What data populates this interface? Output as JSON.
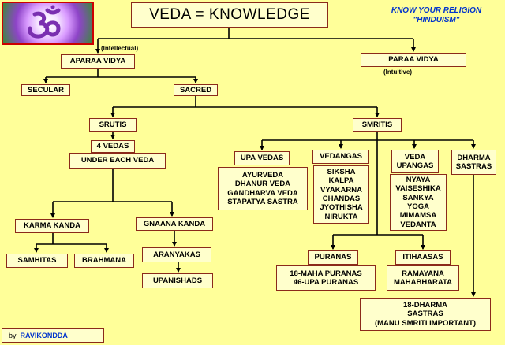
{
  "title": "VEDA = KNOWLEDGE",
  "brand": {
    "line1": "KNOW YOUR RELIGION",
    "line2": "\"HINDUISM\""
  },
  "notes": {
    "intellectual": "(Intellectual)",
    "intuitive": "(Intuitive)"
  },
  "nodes": {
    "aparaa_vidya": "APARAA VIDYA",
    "paraa_vidya": "PARAA VIDYA",
    "secular": "SECULAR",
    "sacred": "SACRED",
    "srutis": "SRUTIS",
    "smritis": "SMRITIS",
    "four_vedas": "4 VEDAS",
    "under_each_veda": "UNDER EACH VEDA",
    "upa_vedas": "UPA VEDAS",
    "upa_vedas_list": [
      "AYURVEDA",
      "DHANUR VEDA",
      "GANDHARVA VEDA",
      "STAPATYA SASTRA"
    ],
    "vedangas": "VEDANGAS",
    "vedangas_list": [
      "SIKSHA",
      "KALPA",
      "VYAKARNA",
      "CHANDAS",
      "JYOTHISHA",
      "NIRUKTA"
    ],
    "veda_upangas": [
      "VEDA",
      "UPANGAS"
    ],
    "veda_upangas_list": [
      "NYAYA",
      "VAISESHIKA",
      "SANKYA",
      "YOGA",
      "MIMAMSA",
      "VEDANTA"
    ],
    "dharma_sastras": [
      "DHARMA",
      "SASTRAS"
    ],
    "karma_kanda": "KARMA KANDA",
    "gnaana_kanda": "GNAANA KANDA",
    "samhitas": "SAMHITAS",
    "brahmana": "BRAHMANA",
    "aranyakas": "ARANYAKAS",
    "upanishads": "UPANISHADS",
    "puranas": "PURANAS",
    "puranas_list": [
      "18-MAHA PURANAS",
      "46-UPA PURANAS"
    ],
    "itihaasas": "ITIHAASAS",
    "itihaasas_list": [
      "RAMAYANA",
      "MAHABHARATA"
    ],
    "dharma_sastras_18": [
      "18-DHARMA",
      "SASTRAS",
      "(MANU SMRITI IMPORTANT)"
    ]
  },
  "credit": {
    "by": "by",
    "author": "RAVIKONDDA"
  },
  "colors": {
    "background": "#ffff99",
    "box_fill": "#ffffcc",
    "box_border": "#8b2a1a",
    "brand_text": "#0033cc"
  }
}
